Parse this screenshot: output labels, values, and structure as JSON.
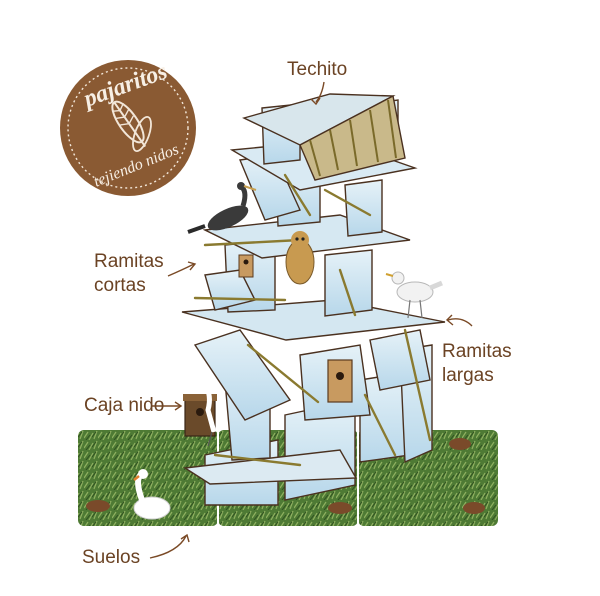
{
  "logo": {
    "title": "pajaritos",
    "subtitle": "tejiendo nidos",
    "color": "#8a5a33"
  },
  "labels": {
    "techito": "Techito",
    "ramitas_cortas": "Ramitas\ncortas",
    "ramitas_largas": "Ramitas\nlargas",
    "caja_nido": "Caja nido",
    "suelos": "Suelos"
  },
  "colors": {
    "label_text": "#6b4324",
    "card_sky": "#cfe6f2",
    "card_border": "#4a3120",
    "grass": "#4f7a36",
    "twig": "#9a8a3a"
  }
}
